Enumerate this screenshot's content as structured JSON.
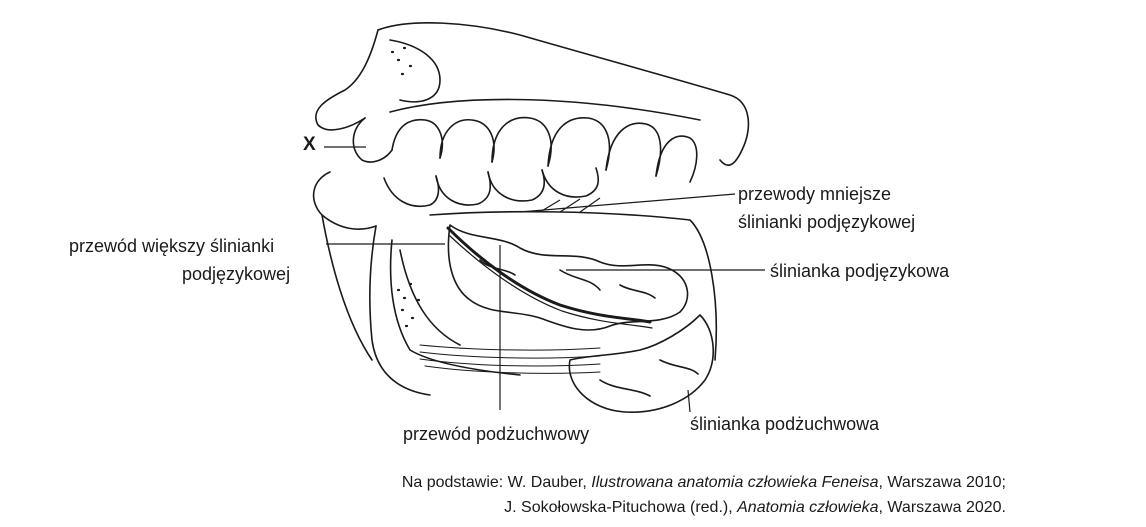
{
  "marker": "X",
  "labels": {
    "ducts_minor_line1": "przewody mniejsze",
    "ducts_minor_line2": "ślinianki podjęzykowej",
    "duct_major_line1": "przewód większy ślinianki",
    "duct_major_line2": "podjęzykowej",
    "sublingual_gland": "ślinianka podjęzykowa",
    "submandibular_duct": "przewód podżuchwowy",
    "submandibular_gland": "ślinianka podżuchwowa"
  },
  "source": {
    "line1_prefix": "Na podstawie: W. Dauber, ",
    "line1_title": "Ilustrowana anatomia człowieka Feneisa",
    "line1_suffix": ", Warszawa 2010;",
    "line2_prefix": "J. Sokołowska-Pituchowa (red.), ",
    "line2_title": "Anatomia człowieka",
    "line2_suffix": ", Warszawa 2020."
  },
  "colors": {
    "ink": "#1a1a1a",
    "background": "#ffffff"
  }
}
